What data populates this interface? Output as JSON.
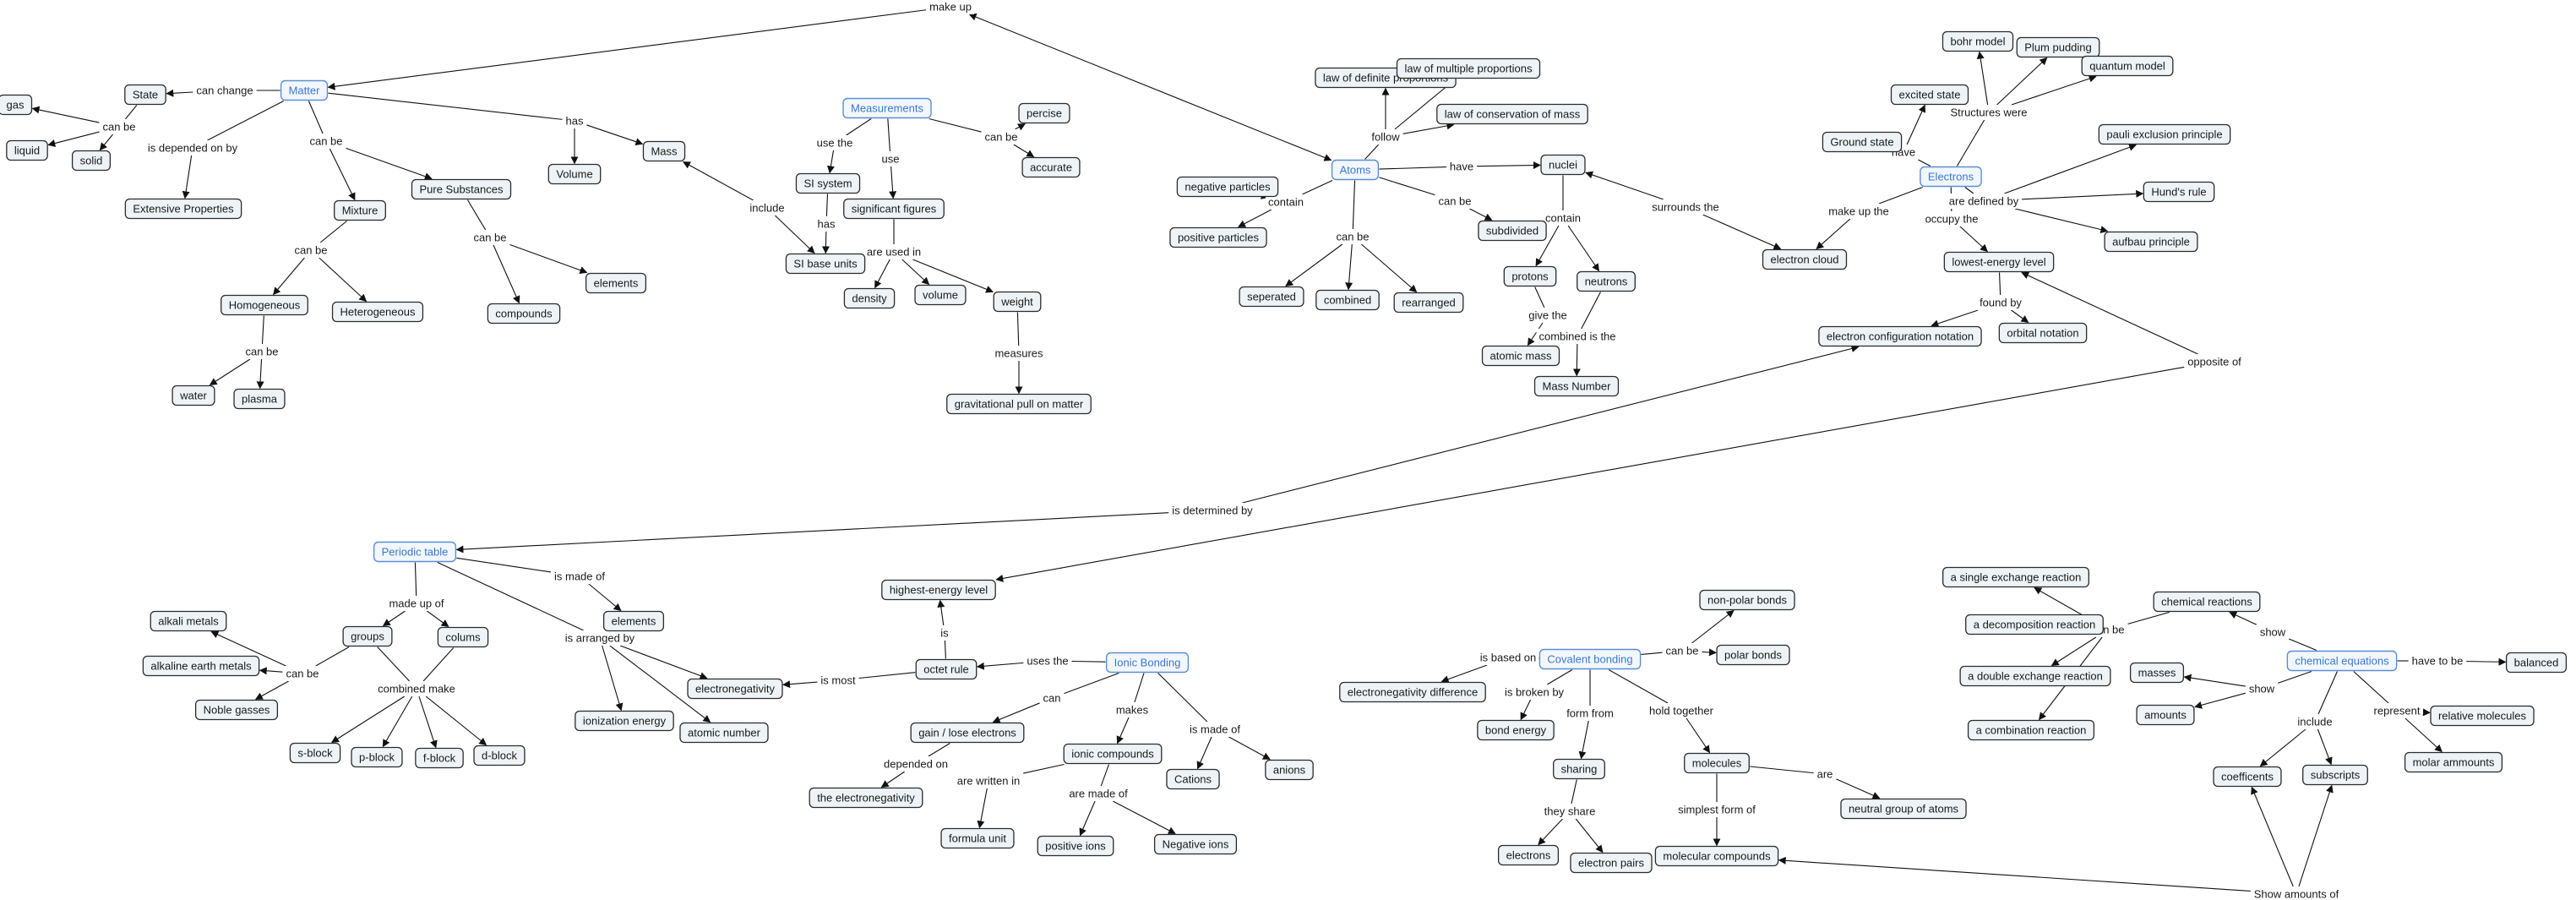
{
  "concepts": [
    {
      "id": "make_up",
      "text": "make up",
      "kind": "free"
    },
    {
      "id": "matter",
      "text": "Matter",
      "kind": "key"
    },
    {
      "id": "state",
      "text": "State"
    },
    {
      "id": "gas",
      "text": "gas"
    },
    {
      "id": "liquid",
      "text": "liquid"
    },
    {
      "id": "solid",
      "text": "solid"
    },
    {
      "id": "extensive",
      "text": "Extensive Properties"
    },
    {
      "id": "mixture",
      "text": "Mixture"
    },
    {
      "id": "pure",
      "text": "Pure Substances"
    },
    {
      "id": "homogeneous",
      "text": "Homogeneous"
    },
    {
      "id": "heterogeneous",
      "text": "Heterogeneous"
    },
    {
      "id": "water",
      "text": "water"
    },
    {
      "id": "plasma",
      "text": "plasma"
    },
    {
      "id": "compounds",
      "text": "compounds"
    },
    {
      "id": "elements1",
      "text": "elements"
    },
    {
      "id": "volume1",
      "text": "Volume"
    },
    {
      "id": "mass",
      "text": "Mass"
    },
    {
      "id": "measurements",
      "text": "Measurements",
      "kind": "key"
    },
    {
      "id": "si_system",
      "text": "SI system"
    },
    {
      "id": "si_base",
      "text": "SI base units"
    },
    {
      "id": "sigfig",
      "text": "significant figures"
    },
    {
      "id": "percise",
      "text": "percise"
    },
    {
      "id": "accurate",
      "text": "accurate"
    },
    {
      "id": "density",
      "text": "density"
    },
    {
      "id": "volume2",
      "text": "volume"
    },
    {
      "id": "weight",
      "text": "weight"
    },
    {
      "id": "gravpull",
      "text": "gravitational pull on matter"
    },
    {
      "id": "atoms",
      "text": "Atoms",
      "kind": "key"
    },
    {
      "id": "law_def",
      "text": "law of definite proportions"
    },
    {
      "id": "law_mult",
      "text": "law of multiple proportions"
    },
    {
      "id": "law_cons",
      "text": "law of conservation of mass"
    },
    {
      "id": "negpart",
      "text": "negative particles"
    },
    {
      "id": "pospart",
      "text": "positive particles"
    },
    {
      "id": "subdivided",
      "text": "subdivided"
    },
    {
      "id": "seperated",
      "text": "seperated"
    },
    {
      "id": "combined",
      "text": "combined"
    },
    {
      "id": "rearranged",
      "text": "rearranged"
    },
    {
      "id": "nuclei",
      "text": "nuclei"
    },
    {
      "id": "protons",
      "text": "protons"
    },
    {
      "id": "neutrons",
      "text": "neutrons"
    },
    {
      "id": "atomic_mass",
      "text": "atomic mass"
    },
    {
      "id": "mass_number",
      "text": "Mass Number"
    },
    {
      "id": "electron_cloud",
      "text": "electron cloud"
    },
    {
      "id": "electrons_key",
      "text": "Electrons",
      "kind": "key"
    },
    {
      "id": "bohr",
      "text": "bohr model"
    },
    {
      "id": "plum",
      "text": "Plum pudding"
    },
    {
      "id": "quantum",
      "text": "quantum model"
    },
    {
      "id": "excited",
      "text": "excited state"
    },
    {
      "id": "ground",
      "text": "Ground state"
    },
    {
      "id": "pauli",
      "text": "pauli exclusion principle"
    },
    {
      "id": "hund",
      "text": "Hund's rule"
    },
    {
      "id": "aufbau",
      "text": "aufbau principle"
    },
    {
      "id": "lowest",
      "text": "lowest-energy level"
    },
    {
      "id": "econfig",
      "text": "electron configuration notation"
    },
    {
      "id": "orbital",
      "text": "orbital notation"
    },
    {
      "id": "opposite",
      "text": "opposite of",
      "kind": "free"
    },
    {
      "id": "determined",
      "text": "is determined by",
      "kind": "free"
    },
    {
      "id": "periodic",
      "text": "Periodic table",
      "kind": "key"
    },
    {
      "id": "groups",
      "text": "groups"
    },
    {
      "id": "colums",
      "text": "colums"
    },
    {
      "id": "alkali",
      "text": "alkali metals"
    },
    {
      "id": "alkaline",
      "text": "alkaline earth metals"
    },
    {
      "id": "noble",
      "text": "Noble gasses"
    },
    {
      "id": "sblock",
      "text": "s-block"
    },
    {
      "id": "pblock",
      "text": "p-block"
    },
    {
      "id": "fblock",
      "text": "f-block"
    },
    {
      "id": "dblock",
      "text": "d-block"
    },
    {
      "id": "elements2",
      "text": "elements"
    },
    {
      "id": "ionization",
      "text": "ionization energy"
    },
    {
      "id": "atomic_number",
      "text": "atomic number"
    },
    {
      "id": "electroneg",
      "text": "electronegativity"
    },
    {
      "id": "highest",
      "text": "highest-energy level"
    },
    {
      "id": "octet",
      "text": "octet rule"
    },
    {
      "id": "ionic",
      "text": "Ionic Bonding",
      "kind": "key"
    },
    {
      "id": "gainlose",
      "text": "gain / lose electrons"
    },
    {
      "id": "the_electroneg",
      "text": "the electronegativity"
    },
    {
      "id": "ionic_comp",
      "text": "ionic compounds"
    },
    {
      "id": "formula_unit",
      "text": "formula unit"
    },
    {
      "id": "posions",
      "text": "positive ions"
    },
    {
      "id": "negions",
      "text": "Negative ions"
    },
    {
      "id": "cations",
      "text": "Cations"
    },
    {
      "id": "anions",
      "text": "anions"
    },
    {
      "id": "covalent",
      "text": "Covalent bonding",
      "kind": "key"
    },
    {
      "id": "endiff",
      "text": "electronegativity difference"
    },
    {
      "id": "nonpolar",
      "text": "non-polar bonds"
    },
    {
      "id": "polar",
      "text": "polar bonds"
    },
    {
      "id": "bond_energy",
      "text": "bond energy"
    },
    {
      "id": "sharing",
      "text": "sharing"
    },
    {
      "id": "molecules",
      "text": "molecules"
    },
    {
      "id": "electrons2",
      "text": "electrons"
    },
    {
      "id": "epairs",
      "text": "electron pairs"
    },
    {
      "id": "molcomp",
      "text": "molecular compounds"
    },
    {
      "id": "neutral",
      "text": "neutral group of atoms"
    },
    {
      "id": "chemreact",
      "text": "chemical reactions"
    },
    {
      "id": "single_ex",
      "text": "a single exchange reaction"
    },
    {
      "id": "decomp",
      "text": "a decomposition reaction"
    },
    {
      "id": "double_ex",
      "text": "a double exchange reaction"
    },
    {
      "id": "combo",
      "text": "a combination reaction"
    },
    {
      "id": "chemeq",
      "text": "chemical equations",
      "kind": "key"
    },
    {
      "id": "balanced",
      "text": "balanced"
    },
    {
      "id": "masses",
      "text": "masses"
    },
    {
      "id": "amounts",
      "text": "amounts"
    },
    {
      "id": "relmol",
      "text": "relative molecules"
    },
    {
      "id": "molar",
      "text": "molar ammounts"
    },
    {
      "id": "coeff",
      "text": "coefficents"
    },
    {
      "id": "subscripts",
      "text": "subscripts"
    },
    {
      "id": "show_amounts",
      "text": "Show amounts of",
      "kind": "free"
    }
  ],
  "link_labels": [
    {
      "id": "l_canchange",
      "text": "can change"
    },
    {
      "id": "l_canbe_state",
      "text": "can be"
    },
    {
      "id": "l_depended",
      "text": "is depended on by"
    },
    {
      "id": "l_canbe_matter",
      "text": "can be"
    },
    {
      "id": "l_has",
      "text": "has"
    },
    {
      "id": "l_canbe_mixture",
      "text": "can be"
    },
    {
      "id": "l_canbe_homog",
      "text": "can be"
    },
    {
      "id": "l_canbe_pure",
      "text": "can be"
    },
    {
      "id": "l_include_mass",
      "text": "include"
    },
    {
      "id": "l_usethe",
      "text": "use the"
    },
    {
      "id": "l_use",
      "text": "use"
    },
    {
      "id": "l_canbe_meas",
      "text": "can be"
    },
    {
      "id": "l_has_si",
      "text": "has"
    },
    {
      "id": "l_usedin",
      "text": "are used in"
    },
    {
      "id": "l_measures",
      "text": "measures"
    },
    {
      "id": "l_follow",
      "text": "follow"
    },
    {
      "id": "l_have_atoms",
      "text": "have"
    },
    {
      "id": "l_contain_atoms",
      "text": "contain"
    },
    {
      "id": "l_canbe_atoms1",
      "text": "can be"
    },
    {
      "id": "l_canbe_atoms2",
      "text": "can be"
    },
    {
      "id": "l_contain_nuclei",
      "text": "contain"
    },
    {
      "id": "l_givethe",
      "text": "give the"
    },
    {
      "id": "l_combined_is",
      "text": "combined is the"
    },
    {
      "id": "l_surrounds",
      "text": "surrounds the"
    },
    {
      "id": "l_makeupthe",
      "text": "make up the"
    },
    {
      "id": "l_structures",
      "text": "Structures were"
    },
    {
      "id": "l_have_el",
      "text": "have"
    },
    {
      "id": "l_definedby",
      "text": "are defined by"
    },
    {
      "id": "l_occupy",
      "text": "occupy the"
    },
    {
      "id": "l_foundby",
      "text": "found by"
    },
    {
      "id": "l_madeupof",
      "text": "made up of"
    },
    {
      "id": "l_ismadeof_pt",
      "text": "is made of"
    },
    {
      "id": "l_arranged",
      "text": "is arranged by"
    },
    {
      "id": "l_canbe_groups",
      "text": "can be"
    },
    {
      "id": "l_combinedmake",
      "text": "combined make"
    },
    {
      "id": "l_ismost",
      "text": "is most"
    },
    {
      "id": "l_is",
      "text": "is"
    },
    {
      "id": "l_usesthe",
      "text": "uses the"
    },
    {
      "id": "l_can_ionic",
      "text": "can"
    },
    {
      "id": "l_makes",
      "text": "makes"
    },
    {
      "id": "l_ismadeof_ionic",
      "text": "is made of"
    },
    {
      "id": "l_dependedon",
      "text": "depended on"
    },
    {
      "id": "l_writtenin",
      "text": "are written in"
    },
    {
      "id": "l_aremadeof",
      "text": "are made of"
    },
    {
      "id": "l_isbasedon",
      "text": "is based on"
    },
    {
      "id": "l_canbe_cov",
      "text": "can be"
    },
    {
      "id": "l_brokenby",
      "text": "is broken by"
    },
    {
      "id": "l_formfrom",
      "text": "form from"
    },
    {
      "id": "l_holdtogether",
      "text": "hold together"
    },
    {
      "id": "l_theyshare",
      "text": "they share"
    },
    {
      "id": "l_simplest",
      "text": "simplest form of"
    },
    {
      "id": "l_are",
      "text": "are"
    },
    {
      "id": "l_canbe_react",
      "text": "can be"
    },
    {
      "id": "l_show1",
      "text": "show"
    },
    {
      "id": "l_havetobe",
      "text": "have to be"
    },
    {
      "id": "l_show2",
      "text": "show"
    },
    {
      "id": "l_represent",
      "text": "represent"
    },
    {
      "id": "l_include_eq",
      "text": "include"
    }
  ]
}
